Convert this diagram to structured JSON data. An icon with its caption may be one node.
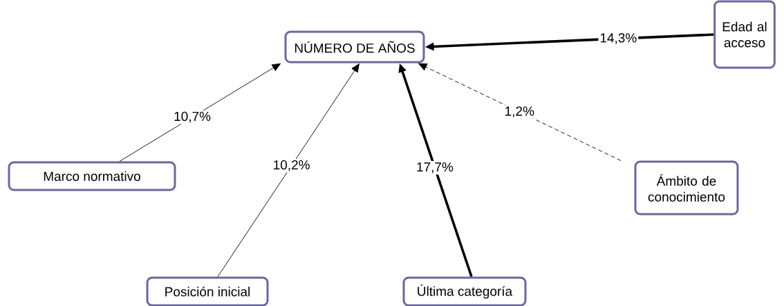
{
  "diagram": {
    "nodes": [
      {
        "text": [
          "NÚMERO DE AÑOS"
        ]
      },
      {
        "text": [
          "Edad al acceso"
        ]
      },
      {
        "text": [
          "Marco normativo"
        ]
      },
      {
        "text": [
          "Ámbito de conocimiento"
        ]
      },
      {
        "text": [
          "Posición inicial"
        ]
      },
      {
        "text": [
          "Última categoría"
        ]
      }
    ],
    "edges": [
      {
        "from": 1,
        "to": 0,
        "arrow": "to",
        "label": "14,3%",
        "style": "thick"
      },
      {
        "from": 2,
        "to": 0,
        "arrow": "to",
        "label": "10,7%"
      },
      {
        "from": 4,
        "to": 0,
        "arrow": "to",
        "label": "10,2%"
      },
      {
        "from": 5,
        "to": 0,
        "arrow": "to",
        "label": "17,7%",
        "style": "thick"
      },
      {
        "from": 3,
        "to": 0,
        "arrow": "to",
        "label": "1,2%",
        "style": "dashed"
      }
    ]
  }
}
